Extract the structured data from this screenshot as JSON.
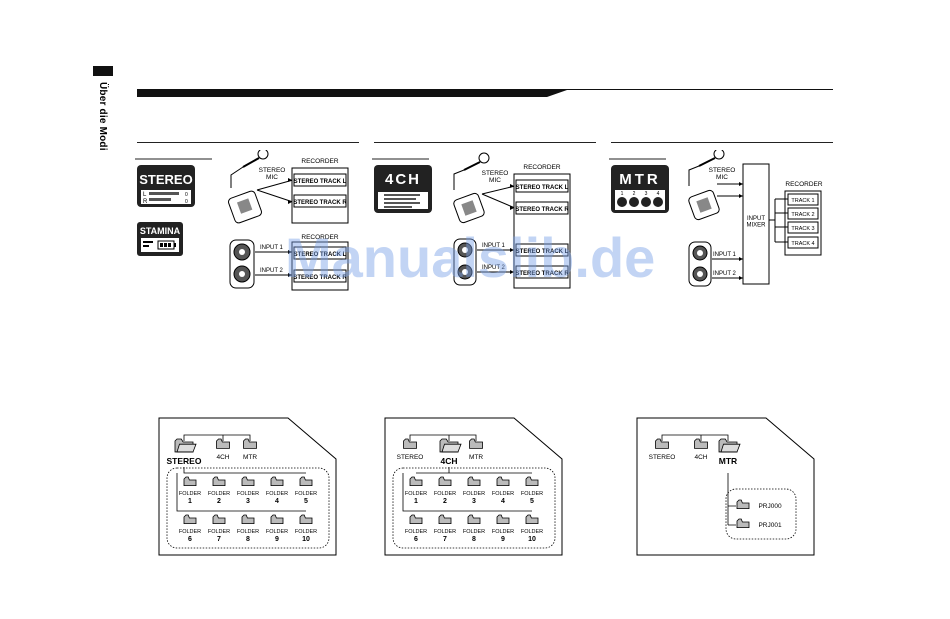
{
  "side_tab": {
    "label": "Über die Modi"
  },
  "watermark": "Manualslib.de",
  "modes": [
    {
      "badge": "STEREO",
      "badge2": "STAMINA",
      "mic_label": "STEREO\nMIC",
      "recorder_top": "RECORDER",
      "tracks_top": [
        "STEREO TRACK L",
        "STEREO TRACK R"
      ],
      "input1": "INPUT 1",
      "input2": "INPUT 2",
      "recorder_bottom": "RECORDER",
      "tracks_bottom": [
        "STEREO TRACK L",
        "STEREO TRACK R"
      ]
    },
    {
      "badge": "4CH",
      "mic_label": "STEREO\nMIC",
      "recorder_top": "RECORDER",
      "tracks_top": [
        "STEREO TRACK L",
        "STEREO TRACK R"
      ],
      "input1": "INPUT 1",
      "input2": "INPUT 2",
      "tracks_bottom": [
        "STEREO TRACK L",
        "STEREO TRACK R"
      ]
    },
    {
      "badge": "MTR",
      "badge_nums": [
        "1",
        "2",
        "3",
        "4"
      ],
      "mic_label": "STEREO\nMIC",
      "mixer": "INPUT\nMIXER",
      "recorder": "RECORDER",
      "tracks": [
        "TRACK 1",
        "TRACK 2",
        "TRACK 3",
        "TRACK 4"
      ],
      "input1": "INPUT 1",
      "input2": "INPUT 2"
    }
  ],
  "folder_panels": [
    {
      "top_folders": [
        "STEREO",
        "4CH",
        "MTR"
      ],
      "active": "STEREO",
      "folder_label": "FOLDER",
      "sub_numbers": [
        "1",
        "2",
        "3",
        "4",
        "5",
        "6",
        "7",
        "8",
        "9",
        "10"
      ]
    },
    {
      "top_folders": [
        "STEREO",
        "4CH",
        "MTR"
      ],
      "active": "4CH",
      "folder_label": "FOLDER",
      "sub_numbers": [
        "1",
        "2",
        "3",
        "4",
        "5",
        "6",
        "7",
        "8",
        "9",
        "10"
      ]
    },
    {
      "top_folders": [
        "STEREO",
        "4CH",
        "MTR"
      ],
      "active": "MTR",
      "projects": [
        "PRJ000",
        "PRJ001"
      ]
    }
  ]
}
